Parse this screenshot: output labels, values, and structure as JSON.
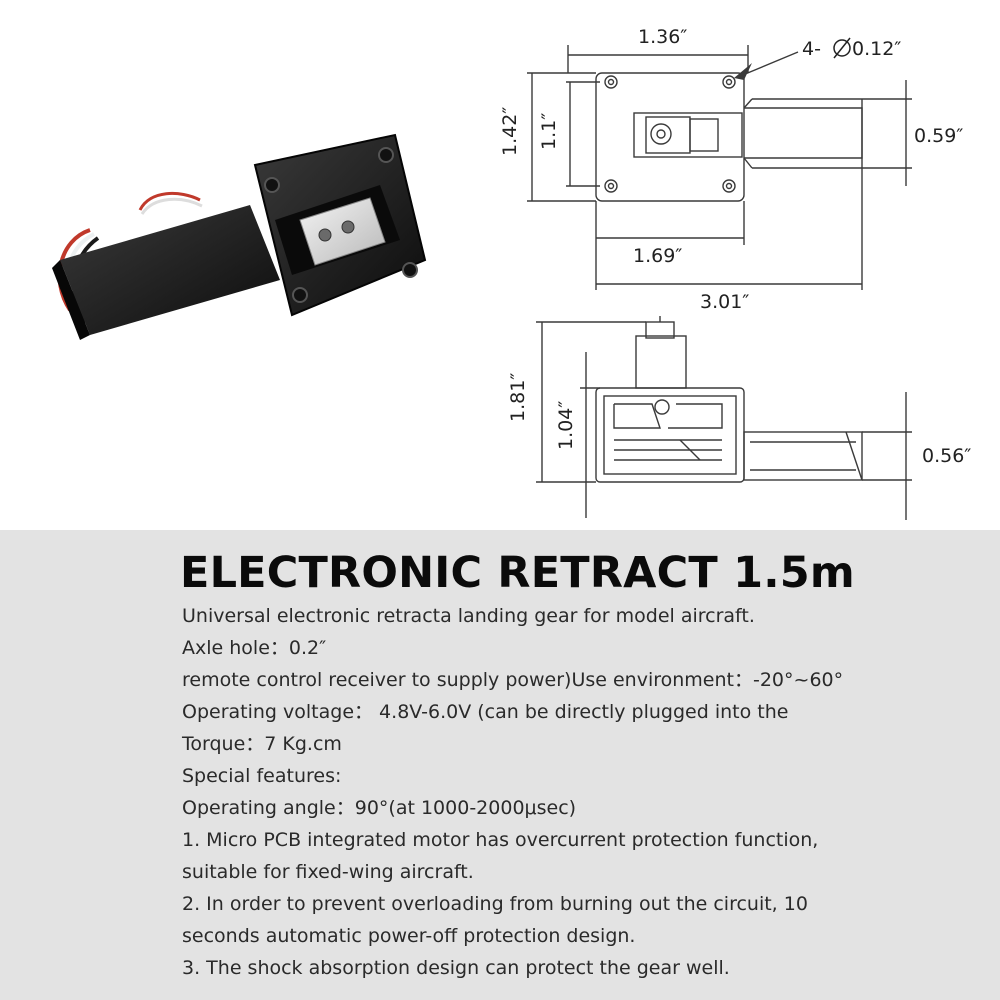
{
  "product": {
    "title": "ELECTRONIC RETRACT 1.5m",
    "description_lines": [
      "Universal electronic retracta landing gear for model aircraft.",
      "Axle hole：0.2″",
      "remote control receiver to supply power)Use environment：-20°~60°",
      "Operating voltage：  4.8V-6.0V (can be directly plugged into the",
      "Torque：7 Kg.cm",
      "Special features:",
      "Operating angle：90°(at 1000-2000μsec)",
      "1. Micro PCB integrated motor has overcurrent protection function,",
      "suitable for fixed-wing aircraft.",
      "2. In order to prevent overloading from burning out the circuit, 10",
      "seconds automatic power-off protection design.",
      "3. The shock absorption design can protect the gear well."
    ]
  },
  "dimensions": {
    "top_view": {
      "hole_spacing_width": "1.36″",
      "holes": "4-",
      "hole_diameter": "0.12″",
      "height": "1.42″",
      "hole_spacing_height": "1.1″",
      "arm_height": "0.59″",
      "body_to_arm": "1.69″",
      "overall_length": "3.01″"
    },
    "side_view": {
      "overall_height": "1.81″",
      "body_height": "1.04″",
      "arm_height": "0.56″"
    }
  },
  "colors": {
    "banner_background": "#e3e3e3",
    "title": "#0b0b0b",
    "text": "#2a2a2a",
    "drawing_line": "#3a3a3a"
  }
}
